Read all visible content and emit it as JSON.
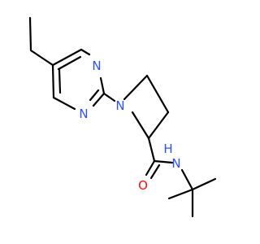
{
  "molecule": {
    "atoms": {
      "n_pyrimidine_a": {
        "symbol": "N",
        "color": "#3050f8"
      },
      "n_pyrimidine_b": {
        "symbol": "N",
        "color": "#3050f8"
      },
      "n_pyrrolidine": {
        "symbol": "N",
        "color": "#3050f8"
      },
      "o_carbonyl": {
        "symbol": "O",
        "color": "#ff0d0d"
      },
      "n_amide": {
        "symbol": "N",
        "color": "#3050f8"
      },
      "h_amide": {
        "symbol": "H",
        "color": "#3050f8"
      }
    },
    "bond_color": "#000000"
  }
}
